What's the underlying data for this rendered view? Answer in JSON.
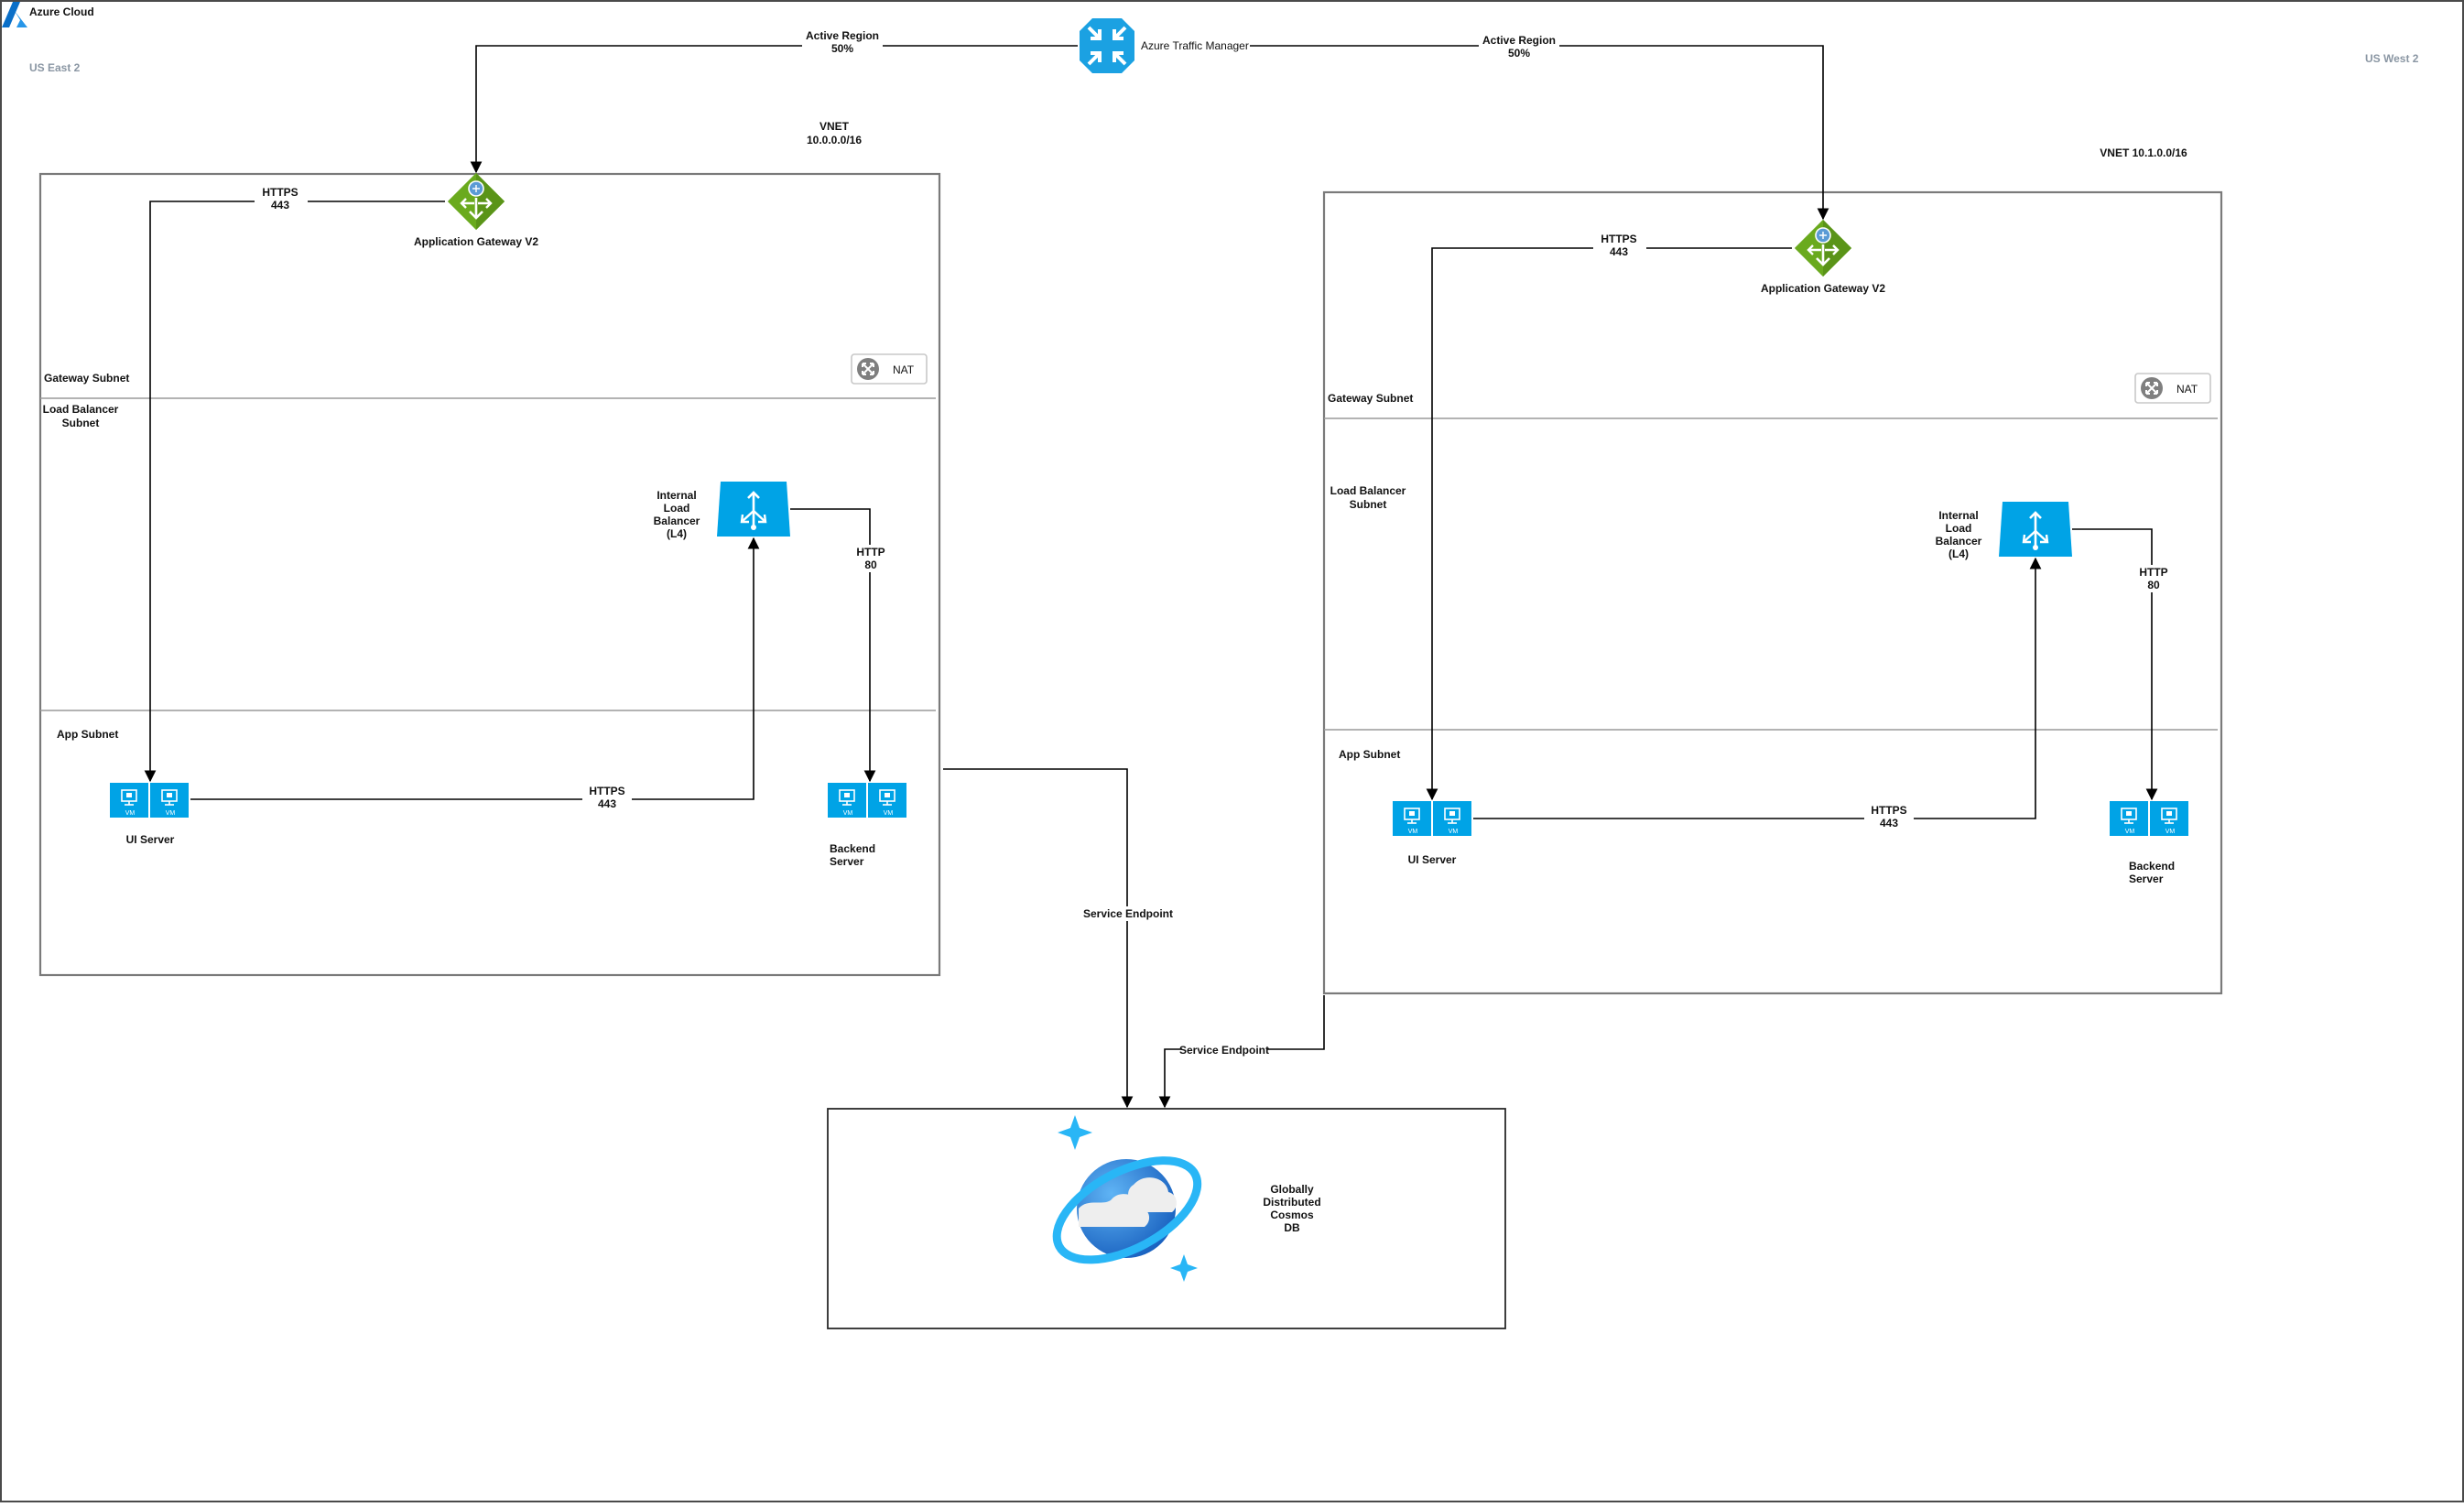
{
  "cloud": {
    "title": "Azure Cloud"
  },
  "regions": {
    "east": {
      "label": "US East 2",
      "vnet_title": "VNET",
      "vnet_cidr": "10.0.0.0/16"
    },
    "west": {
      "label": "US West 2",
      "vnet": "VNET 10.1.0.0/16"
    }
  },
  "traffic_manager": {
    "label": "Azure Traffic Manager"
  },
  "routing": {
    "left": {
      "line1": "Active Region",
      "line2": "50%"
    },
    "right": {
      "line1": "Active Region",
      "line2": "50%"
    }
  },
  "subnets": {
    "gateway": "Gateway Subnet",
    "lb_left_1": "Load Balancer",
    "lb_left_2": "Subnet",
    "lb_right_1": "Load Balancer",
    "lb_right_2": "Subnet",
    "app": "App Subnet"
  },
  "components": {
    "app_gateway": "Application Gateway  V2",
    "nat": "NAT",
    "ilb": [
      "Internal",
      "Load",
      "Balancer",
      "(L4)"
    ],
    "ui_server": "UI Server",
    "backend": [
      "Backend",
      "Server"
    ],
    "vm": "VM"
  },
  "connections": {
    "https": "HTTPS",
    "https_port": "443",
    "http": "HTTP",
    "http_port": "80",
    "service_endpoint": "Service Endpoint"
  },
  "cosmos": {
    "label": [
      "Globally",
      "Distributed",
      "Cosmos",
      "DB"
    ]
  },
  "colors": {
    "azure_blue": "#1ba1e2",
    "vm_blue": "#00a3e6",
    "gateway_green": "#6aaa1e",
    "cosmos_blue": "#2d7fd8",
    "border_grey": "#7a7a7a"
  }
}
